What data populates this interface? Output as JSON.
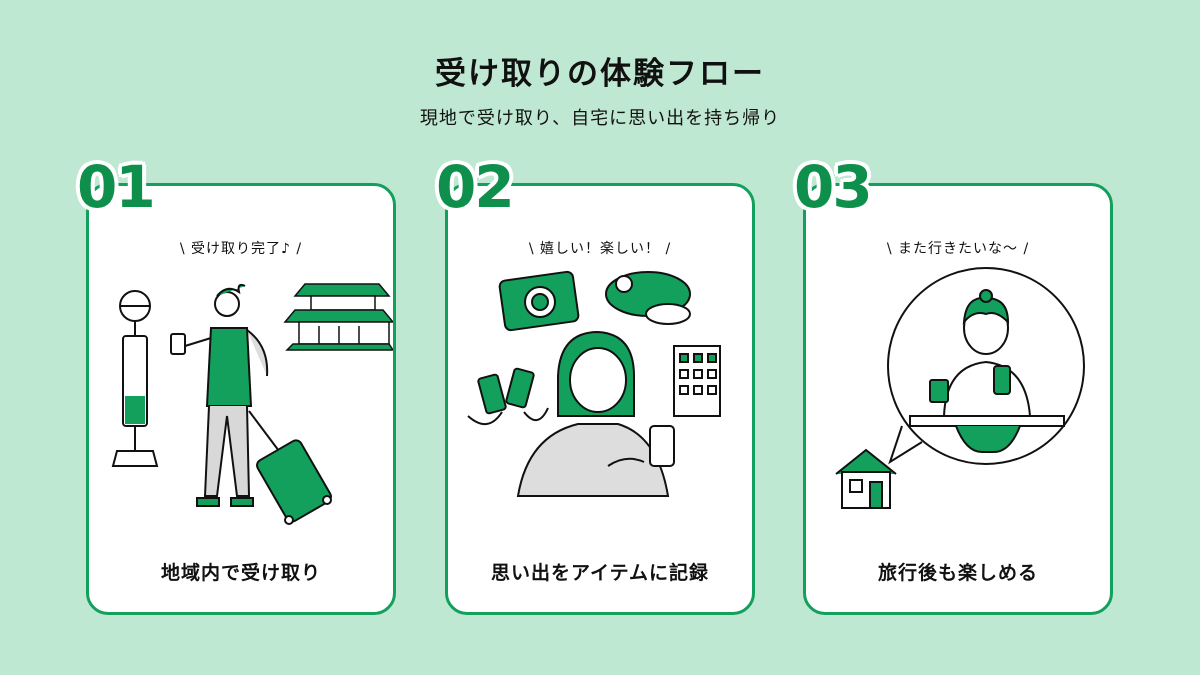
{
  "title": "受け取りの体験フロー",
  "subtitle": "現地で受け取り、自宅に思い出を持ち帰り",
  "steps": [
    {
      "number": "01",
      "quote": "\\ 受け取り完了♪ /",
      "label": "地域内で受け取り"
    },
    {
      "number": "02",
      "quote": "\\ 嬉しい！楽しい！ /",
      "label": "思い出をアイテムに記録"
    },
    {
      "number": "03",
      "quote": "\\ また行きたいな〜 /",
      "label": "旅行後も楽しめる"
    }
  ],
  "colors": {
    "background": "#bfe8d3",
    "accent": "#12a05c",
    "text": "#111111"
  }
}
